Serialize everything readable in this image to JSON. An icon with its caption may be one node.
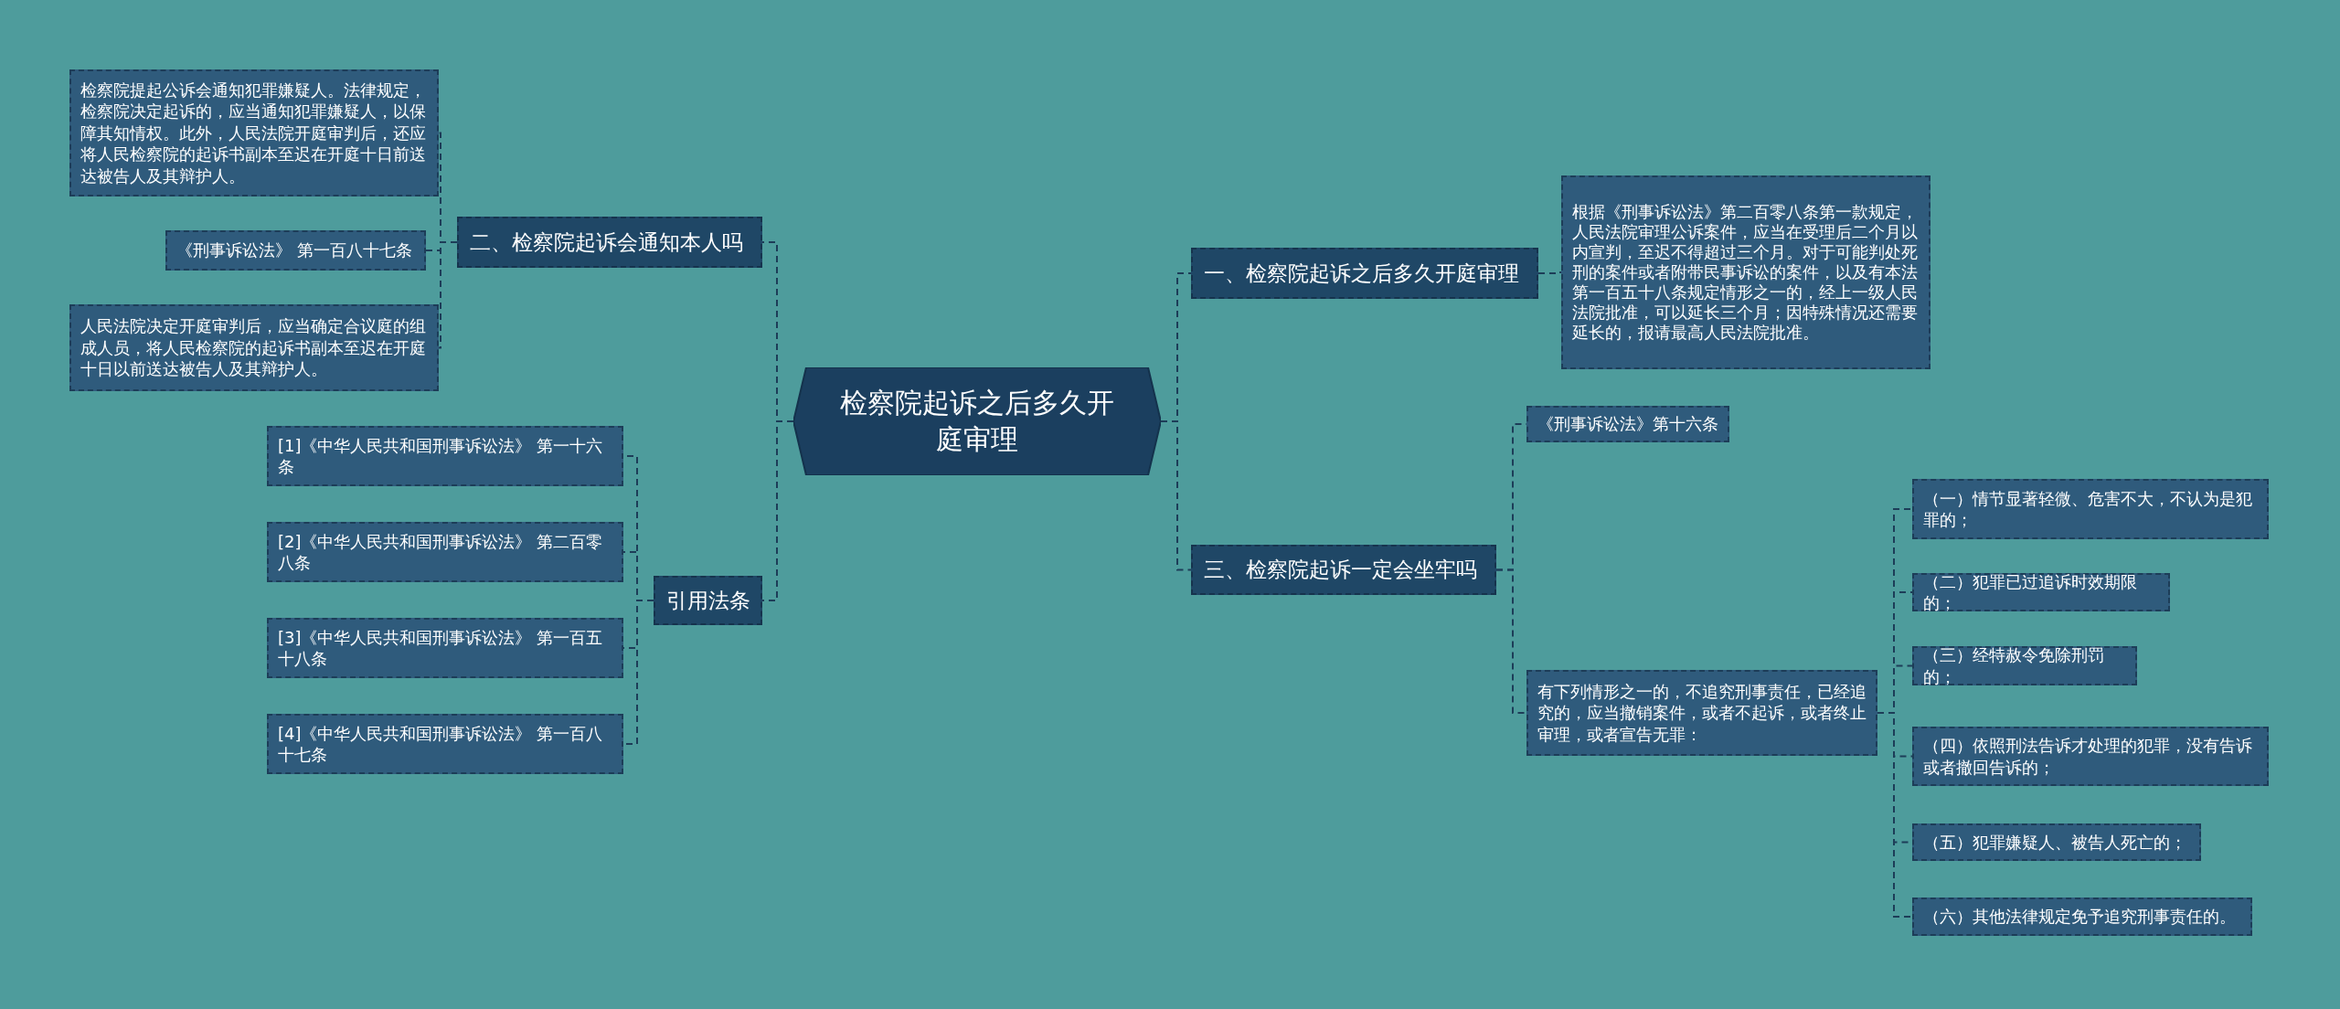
{
  "diagram": {
    "nodes": [
      {
        "text": [
          "检察院起诉之后多久开庭审理"
        ]
      },
      {
        "text": [
          "一、检察院起诉之后多久开庭审理"
        ]
      },
      {
        "text": [
          "根据《刑事诉讼法》第二百零八条第一款规定，人民法院审理公诉案件，应当在受理后二个月以内宣判，至迟不得超过三个月。对于可能判处死刑的案件或者附带民事诉讼的案件，以及有本法第一百五十八条规定情形之一的，经上一级人民法院批准，可以延长三个月；因特殊情况还需要延长的，报请最高人民法院批准。"
        ]
      },
      {
        "text": [
          "三、检察院起诉一定会坐牢吗"
        ]
      },
      {
        "text": [
          "《刑事诉讼法》第十六条"
        ]
      },
      {
        "text": [
          "有下列情形之一的，不追究刑事责任，已经追究的，应当撤销案件，或者不起诉，或者终止审理，或者宣告无罪："
        ]
      },
      {
        "text": [
          "（一）情节显著轻微、危害不大，不认为是犯罪的；"
        ]
      },
      {
        "text": [
          "（二）犯罪已过追诉时效期限的；"
        ]
      },
      {
        "text": [
          "（三）经特赦令免除刑罚的；"
        ]
      },
      {
        "text": [
          "（四）依照刑法告诉才处理的犯罪，没有告诉或者撤回告诉的；"
        ]
      },
      {
        "text": [
          "（五）犯罪嫌疑人、被告人死亡的；"
        ]
      },
      {
        "text": [
          "（六）其他法律规定免予追究刑事责任的。"
        ]
      },
      {
        "text": [
          "二、检察院起诉会通知本人吗"
        ]
      },
      {
        "text": [
          "检察院提起公诉会通知犯罪嫌疑人。法律规定，检察院决定起诉的，应当通知犯罪嫌疑人，以保障其知情权。此外，人民法院开庭审判后，还应将人民检察院的起诉书副本至迟在开庭十日前送达被告人及其辩护人。"
        ]
      },
      {
        "text": [
          "《刑事诉讼法》 第一百八十七条"
        ]
      },
      {
        "text": [
          "人民法院决定开庭审判后，应当确定合议庭的组成人员，将人民检察院的起诉书副本至迟在开庭十日以前送达被告人及其辩护人。"
        ]
      },
      {
        "text": [
          "引用法条"
        ]
      },
      {
        "text": [
          "[1]《中华人民共和国刑事诉讼法》 第一十六条"
        ]
      },
      {
        "text": [
          "[2]《中华人民共和国刑事诉讼法》 第二百零八条"
        ]
      },
      {
        "text": [
          "[3]《中华人民共和国刑事诉讼法》 第一百五十八条"
        ]
      },
      {
        "text": [
          "[4]《中华人民共和国刑事诉讼法》 第一百八十七条"
        ]
      }
    ],
    "edges": [
      {
        "from": 0,
        "to": 1,
        "arrow": "none"
      },
      {
        "from": 1,
        "to": 2,
        "arrow": "none"
      },
      {
        "from": 0,
        "to": 3,
        "arrow": "none"
      },
      {
        "from": 3,
        "to": 4,
        "arrow": "none"
      },
      {
        "from": 3,
        "to": 5,
        "arrow": "none"
      },
      {
        "from": 5,
        "to": 6,
        "arrow": "none"
      },
      {
        "from": 5,
        "to": 7,
        "arrow": "none"
      },
      {
        "from": 5,
        "to": 8,
        "arrow": "none"
      },
      {
        "from": 5,
        "to": 9,
        "arrow": "none"
      },
      {
        "from": 5,
        "to": 10,
        "arrow": "none"
      },
      {
        "from": 5,
        "to": 11,
        "arrow": "none"
      },
      {
        "from": 0,
        "to": 12,
        "arrow": "none"
      },
      {
        "from": 12,
        "to": 13,
        "arrow": "none"
      },
      {
        "from": 12,
        "to": 14,
        "arrow": "none"
      },
      {
        "from": 12,
        "to": 15,
        "arrow": "none"
      },
      {
        "from": 0,
        "to": 16,
        "arrow": "none"
      },
      {
        "from": 16,
        "to": 17,
        "arrow": "none"
      },
      {
        "from": 16,
        "to": 18,
        "arrow": "none"
      },
      {
        "from": 16,
        "to": 19,
        "arrow": "none"
      },
      {
        "from": 16,
        "to": 20,
        "arrow": "none"
      }
    ]
  }
}
